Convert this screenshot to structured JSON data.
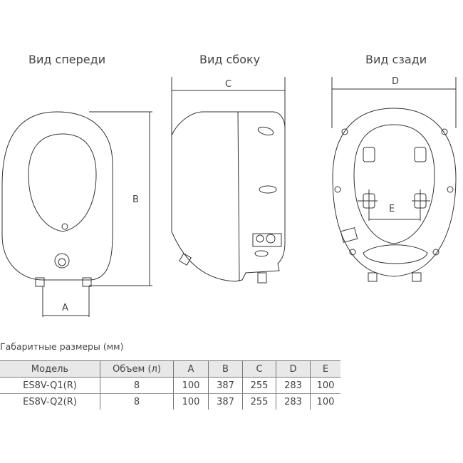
{
  "views": {
    "front": "Вид спереди",
    "side": "Вид сбоку",
    "back": "Вид сзади"
  },
  "dimension_labels": {
    "A": "A",
    "B": "B",
    "C": "C",
    "D": "D",
    "E": "E"
  },
  "table": {
    "title": "Габаритные размеры (мм)",
    "headers": [
      "Модель",
      "Объем (л)",
      "A",
      "B",
      "C",
      "D",
      "E"
    ],
    "rows": [
      [
        "ES8V-Q1(R)",
        "8",
        "100",
        "387",
        "255",
        "283",
        "100"
      ],
      [
        "ES8V-Q2(R)",
        "8",
        "100",
        "387",
        "255",
        "283",
        "100"
      ]
    ]
  }
}
